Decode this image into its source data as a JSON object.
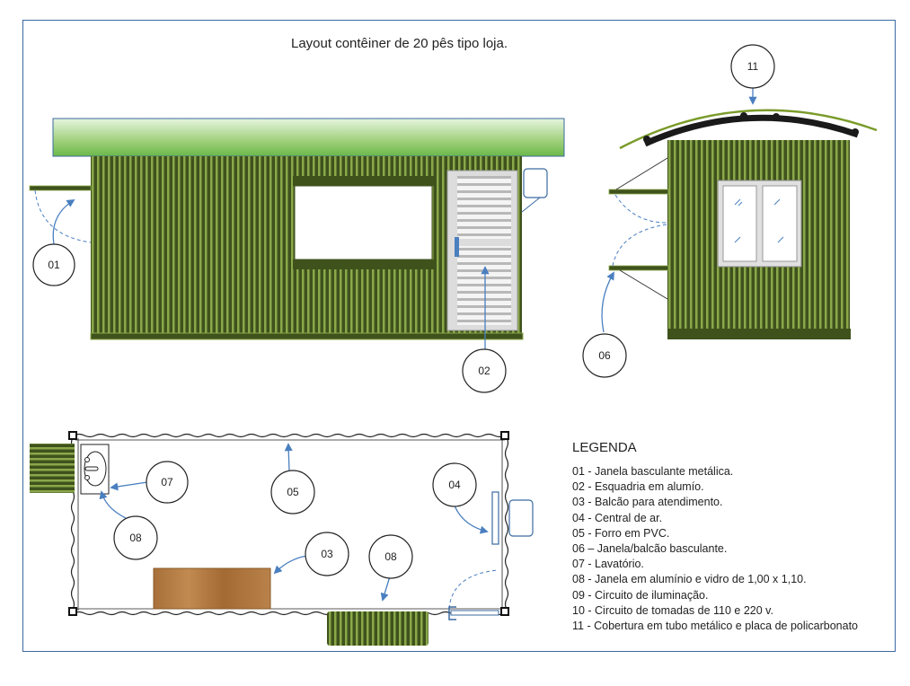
{
  "title": "Layout contêiner de 20 pês  tipo loja.",
  "legend": {
    "title": "LEGENDA",
    "items": [
      "01 - Janela basculante metálica.",
      "02 - Esquadria em alumío.",
      "03 - Balcão para atendimento.",
      "04 - Central de ar.",
      "05 - Forro em PVC.",
      "06 – Janela/balcão basculante.",
      "07 - Lavatório.",
      "08 - Janela em alumínio e vidro de 1,00 x 1,10.",
      "09 - Circuito de iluminação.",
      "10 - Circuito de tomadas de 110 e 220 v.",
      "11 - Cobertura em tubo metálico e placa de policarbonato"
    ]
  },
  "callouts": {
    "c01": "01",
    "c02": "02",
    "c03": "03",
    "c04": "04",
    "c05": "05",
    "c06": "06",
    "c07": "07",
    "c08a": "08",
    "c08b": "08",
    "c11": "11"
  },
  "colors": {
    "frame": "#3b6aa0",
    "container_green": "#4a5e22",
    "rib_light": "#8aa84a",
    "roof_green": "#7dc35a",
    "roof_light": "#e8f5e0",
    "callout_arrow": "#4a7fc0",
    "wood": "#b07a3c",
    "dark_roof": "#1a1a1a"
  }
}
